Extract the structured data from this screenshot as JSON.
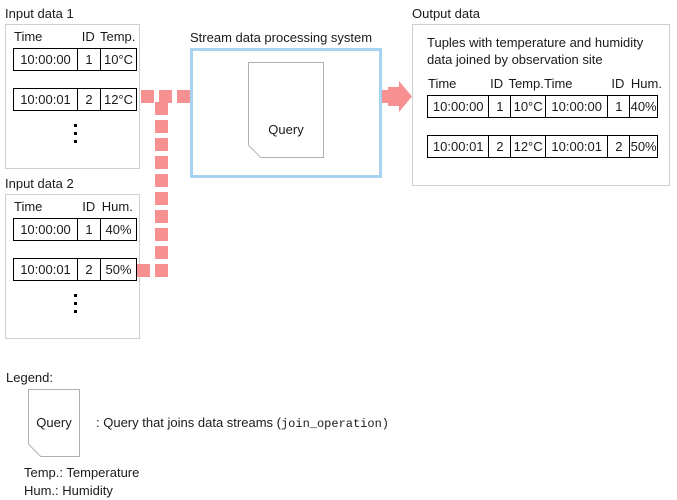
{
  "colors": {
    "flow": "#f79090",
    "system_border": "#a8d3f0",
    "panel_border": "#cfcfcf",
    "tuple_border": "#000000",
    "text": "#1a1a1a"
  },
  "input1": {
    "caption": "Input data 1",
    "columns": [
      "Time",
      "ID",
      "Temp."
    ],
    "rows": [
      [
        "10:00:00",
        "1",
        "10°C"
      ],
      [
        "10:00:01",
        "2",
        "12°C"
      ]
    ],
    "continues": true
  },
  "input2": {
    "caption": "Input data 2",
    "columns": [
      "Time",
      "ID",
      "Hum."
    ],
    "rows": [
      [
        "10:00:00",
        "1",
        "40%"
      ],
      [
        "10:00:01",
        "2",
        "50%"
      ]
    ],
    "continues": true
  },
  "system": {
    "caption": "Stream data processing system",
    "query_label": "Query"
  },
  "output": {
    "caption": "Output data",
    "description_line1": "Tuples with temperature and humidity",
    "description_line2": "data joined by observation site",
    "columns": [
      "Time",
      "ID",
      "Temp.",
      "Time",
      "ID",
      "Hum."
    ],
    "rows": [
      [
        "10:00:00",
        "1",
        "10°C",
        "10:00:00",
        "1",
        "40%"
      ],
      [
        "10:00:01",
        "2",
        "12°C",
        "10:00:01",
        "2",
        "50%"
      ]
    ]
  },
  "legend": {
    "title": "Legend:",
    "query_label": "Query",
    "query_desc_prefix": ": Query that joins data streams (",
    "query_desc_mono": "join_operation",
    "query_desc_suffix": ")",
    "abbrev1": "Temp.: Temperature",
    "abbrev2": "Hum.: Humidity"
  }
}
